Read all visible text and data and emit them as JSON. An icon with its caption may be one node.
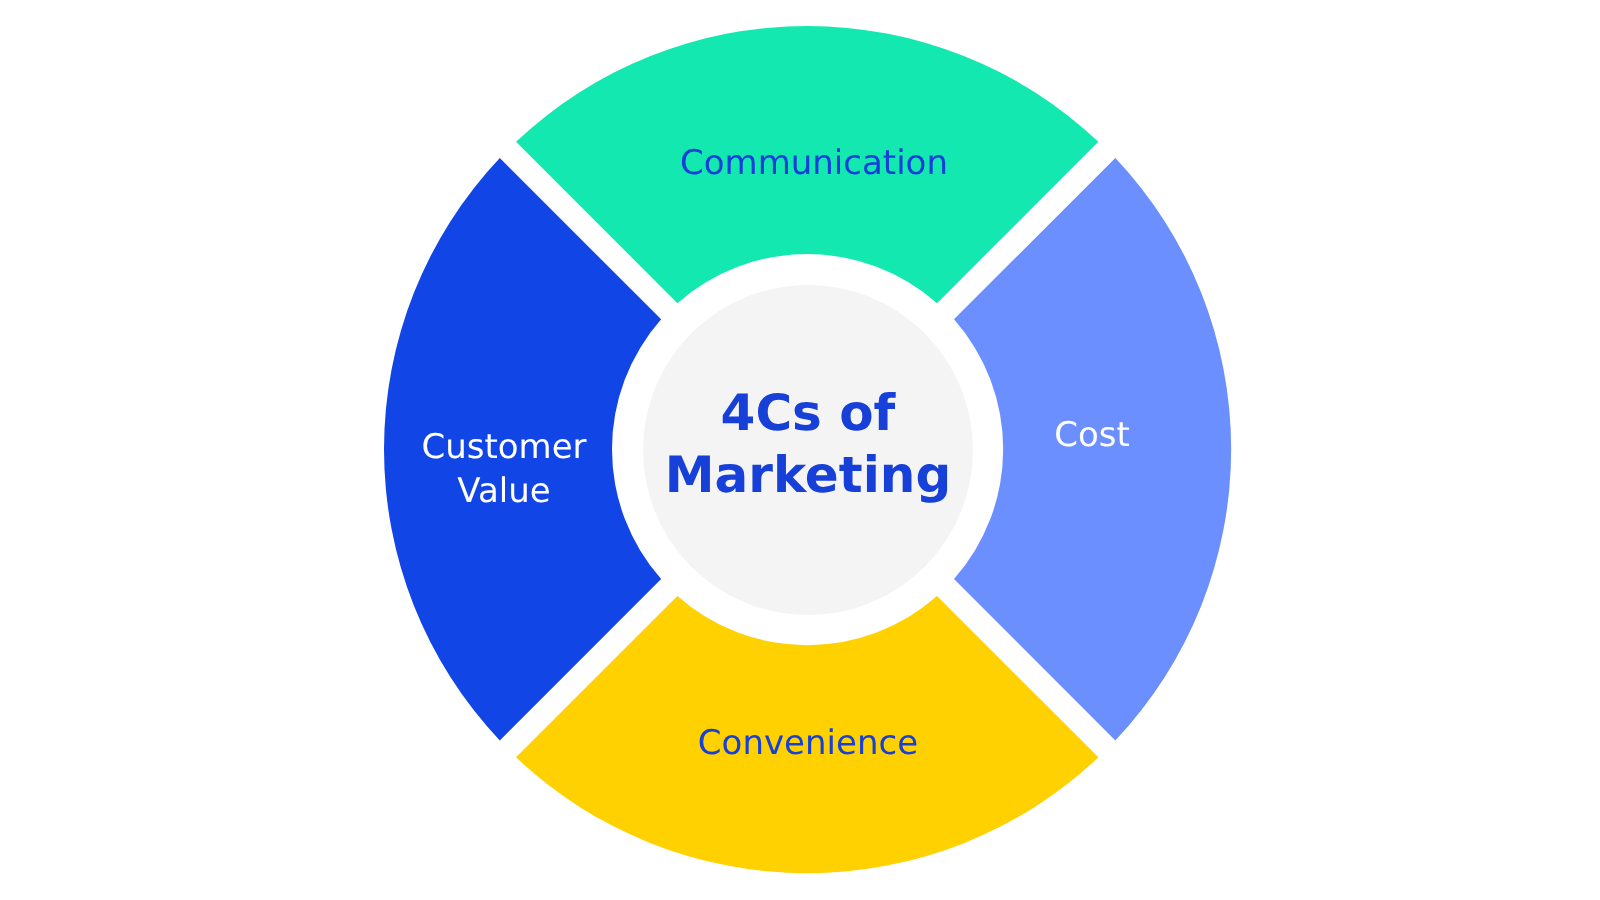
{
  "diagram": {
    "nodes": [
      {
        "text": [
          "Communication"
        ]
      },
      {
        "text": [
          "Customer Value"
        ]
      },
      {
        "text": [
          "4Cs of Marketing"
        ]
      },
      {
        "text": [
          "Cost"
        ]
      },
      {
        "text": [
          "Convenience"
        ]
      }
    ]
  }
}
